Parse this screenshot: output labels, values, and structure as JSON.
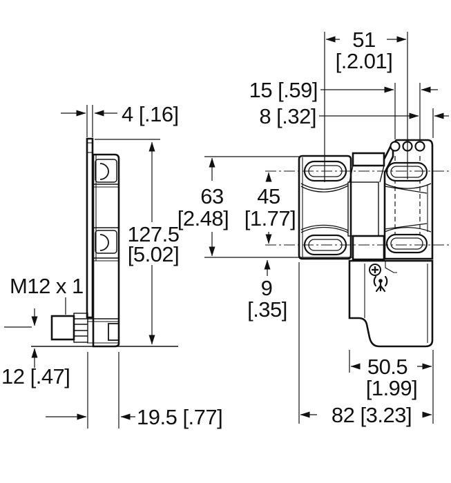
{
  "drawing": {
    "ink": "#111111",
    "background": "#ffffff"
  },
  "dims": {
    "top_width_mm": "51",
    "top_width_in": "[.2.01]",
    "hole_span": "15 [.59]",
    "hole_to_edge": "8 [.32]",
    "plate_thickness": "4 [.16]",
    "overall_height_mm": "127.5",
    "overall_height_in": "[5.02]",
    "hinge_height_mm": "63",
    "hinge_height_in": "[2.48]",
    "slot_spacing_mm": "45",
    "slot_spacing_in": "[1.77]",
    "slot_to_edge_mm": "9",
    "slot_to_edge_in": "[.35]",
    "thread_label": "M12 x 1",
    "connector_height": "12 [.47]",
    "housing_depth": "19.5 [.77]",
    "lower_width_mm": "50.5",
    "lower_width_in": "[1.99]",
    "overall_width": "82 [3.23]"
  }
}
